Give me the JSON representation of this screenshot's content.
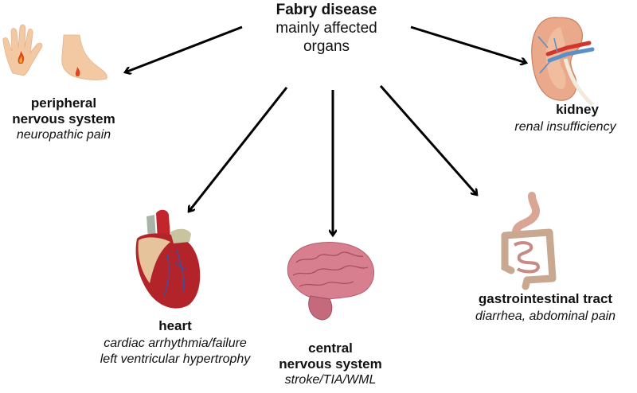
{
  "center": {
    "title": "Fabry disease",
    "subtitle_line1": "mainly affected",
    "subtitle_line2": "organs"
  },
  "organs": {
    "pns": {
      "icon": "hand-foot-pain-icon",
      "name_line1": "peripheral",
      "name_line2": "nervous system",
      "symptom": "neuropathic pain"
    },
    "kidney": {
      "icon": "kidney-icon",
      "name": "kidney",
      "symptom": "renal insufficiency"
    },
    "heart": {
      "icon": "heart-icon",
      "name": "heart",
      "symptom_line1": "cardiac arrhythmia/failure",
      "symptom_line2": "left ventricular hypertrophy"
    },
    "cns": {
      "icon": "brain-icon",
      "name_line1": "central",
      "name_line2": "nervous system",
      "symptom": "stroke/TIA/WML"
    },
    "gi": {
      "icon": "intestine-icon",
      "name": "gastrointestinal tract",
      "symptom": "diarrhea, abdominal pain"
    }
  },
  "colors": {
    "arrow": "#000000",
    "skin": "#f2c9a2",
    "flame": "#e0451c",
    "kidney": "#e9a98a",
    "heart": "#b3242a",
    "brain": "#d77f8f",
    "gut": "#c9a892"
  }
}
